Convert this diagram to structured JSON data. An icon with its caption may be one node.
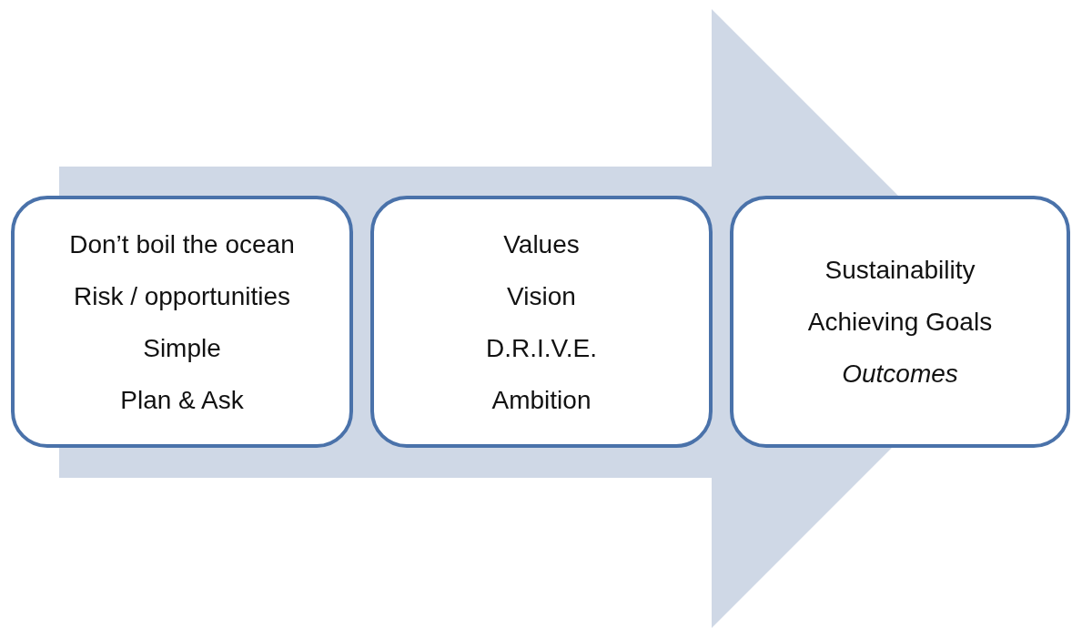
{
  "diagram": {
    "nodes": [
      {
        "text": [
          "Don’t boil the ocean",
          "Risk / opportunities",
          "Simple",
          "Plan & Ask"
        ]
      },
      {
        "text": [
          "Values",
          "Vision",
          "D.R.I.V.E.",
          "Ambition"
        ]
      },
      {
        "text": [
          "Sustainability",
          "Achieving Goals",
          "*Outcomes*"
        ]
      }
    ],
    "edges": [
      {
        "from": 0,
        "to": 2,
        "arrow": "to"
      }
    ]
  }
}
